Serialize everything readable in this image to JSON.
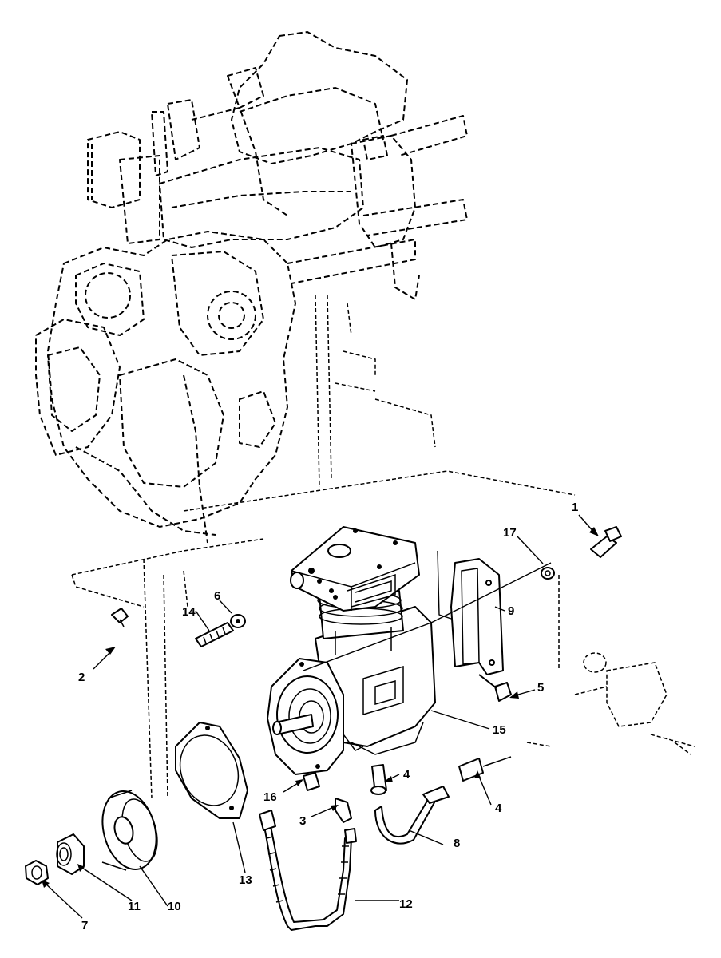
{
  "callouts": [
    {
      "id": "1",
      "text": "1"
    },
    {
      "id": "2",
      "text": "2"
    },
    {
      "id": "3",
      "text": "3"
    },
    {
      "id": "4a",
      "text": "4"
    },
    {
      "id": "4b",
      "text": "4"
    },
    {
      "id": "5",
      "text": "5"
    },
    {
      "id": "6",
      "text": "6"
    },
    {
      "id": "7",
      "text": "7"
    },
    {
      "id": "8",
      "text": "8"
    },
    {
      "id": "9",
      "text": "9"
    },
    {
      "id": "10",
      "text": "10"
    },
    {
      "id": "11",
      "text": "11"
    },
    {
      "id": "12",
      "text": "12"
    },
    {
      "id": "13",
      "text": "13"
    },
    {
      "id": "14",
      "text": "14"
    },
    {
      "id": "15",
      "text": "15"
    },
    {
      "id": "16",
      "text": "16"
    },
    {
      "id": "17",
      "text": "17"
    }
  ]
}
